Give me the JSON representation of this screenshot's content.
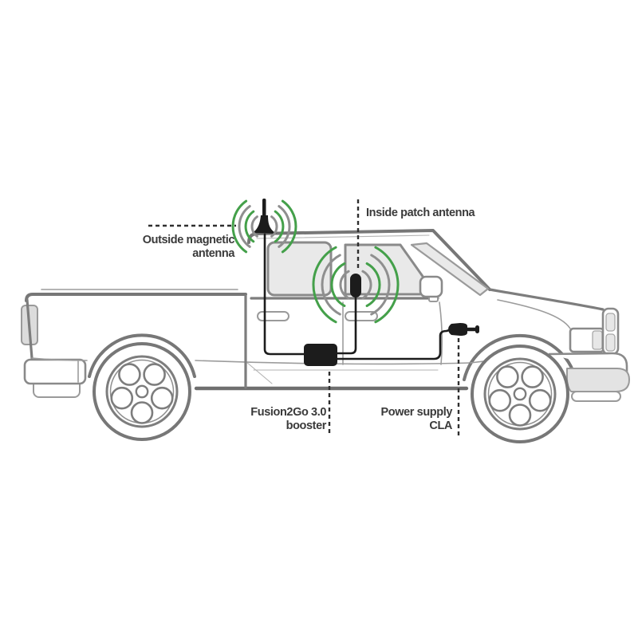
{
  "diagram": {
    "labels": {
      "outside_antenna": {
        "line1": "Outside magnetic",
        "line2": "antenna"
      },
      "inside_antenna": {
        "line1": "Inside patch antenna"
      },
      "booster": {
        "line1": "Fusion2Go 3.0",
        "line2": "booster"
      },
      "power": {
        "line1": "Power supply",
        "line2": "CLA"
      }
    },
    "colors": {
      "background": "#ffffff",
      "truck_outline": "#777777",
      "glass_fill": "#e9e9e9",
      "component_black": "#1c1c1c",
      "signal_green": "#44a04a",
      "signal_gray": "#8f8f8f",
      "label_text": "#3a3a3a"
    }
  }
}
